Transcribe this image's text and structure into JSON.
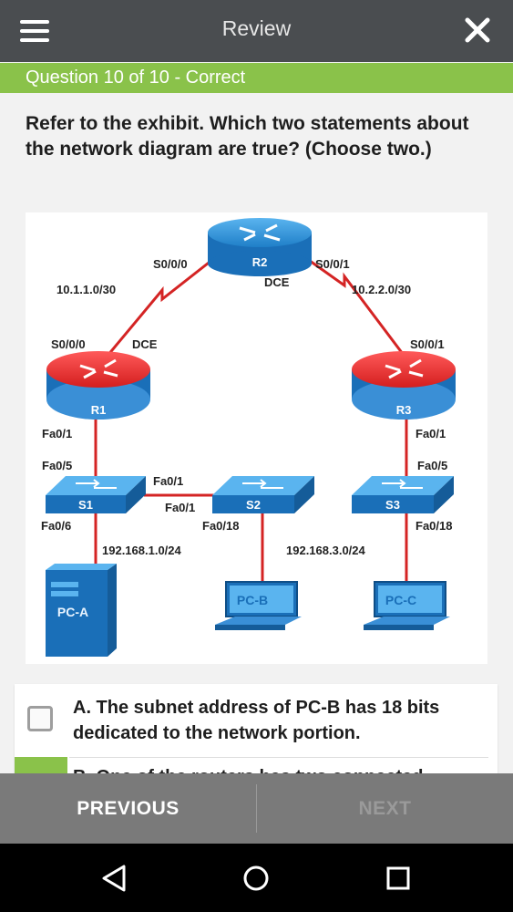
{
  "header": {
    "title": "Review",
    "menu_icon": "hamburger-icon",
    "close_icon": "close-icon"
  },
  "status": {
    "label": "Question 10 of 10 - Correct",
    "color": "#8ac24a"
  },
  "question": {
    "text": "Refer to the exhibit. Which two statements about the network diagram are true? (Choose two.)"
  },
  "exhibit": {
    "routers": {
      "r1": "R1",
      "r2": "R2",
      "r3": "R3"
    },
    "switches": {
      "s1": "S1",
      "s2": "S2",
      "s3": "S3"
    },
    "hosts": {
      "pca": "PC-A",
      "pcb": "PC-B",
      "pcc": "PC-C"
    },
    "interfaces": {
      "r2_s000": "S0/0/0",
      "r2_s001": "S0/0/1",
      "r2_dce": "DCE",
      "r1_s000": "S0/0/0",
      "r1_dce": "DCE",
      "r3_s001": "S0/0/1",
      "r1_fa01": "Fa0/1",
      "s1_fa05": "Fa0/5",
      "r3_fa01": "Fa0/1",
      "s3_fa05": "Fa0/5",
      "s1_fa01": "Fa0/1",
      "s2_fa01": "Fa0/1",
      "s1_fa06": "Fa0/6",
      "s2_fa018": "Fa0/18",
      "s3_fa018": "Fa0/18"
    },
    "networks": {
      "wan1": "10.1.1.0/30",
      "wan2": "10.2.2.0/30",
      "lan1": "192.168.1.0/24",
      "lan3": "192.168.3.0/24"
    }
  },
  "answers": [
    {
      "text": "A. The subnet address of PC-B has 18 bits dedicated to the network portion.",
      "checked": false
    },
    {
      "text": "B. One of the routers has two connected",
      "selected": true
    }
  ],
  "footer": {
    "previous": "PREVIOUS",
    "next": "NEXT"
  },
  "system_nav": {
    "back_icon": "back-icon",
    "home_icon": "home-icon",
    "recents_icon": "recents-icon"
  }
}
